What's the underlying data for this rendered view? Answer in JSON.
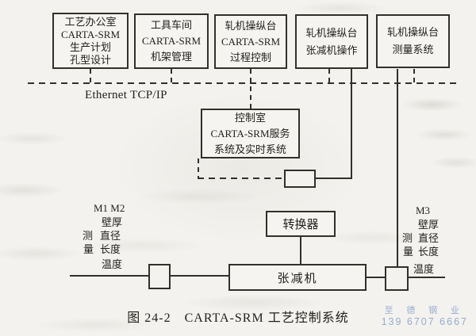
{
  "figure": {
    "caption": "图 24-2　CARTA-SRM 工艺控制系统"
  },
  "network": {
    "label": "Ethernet TCP/IP"
  },
  "nodes": {
    "top_boxes": [
      {
        "id": "craft-office",
        "lines": [
          "工艺办公室",
          "CARTA-SRM",
          "生产计划",
          "孔型设计"
        ]
      },
      {
        "id": "tool-shop",
        "lines": [
          "工具车间",
          "CARTA-SRM",
          "机架管理"
        ]
      },
      {
        "id": "mill-console-process",
        "lines": [
          "轧机操纵台",
          "CARTA-SRM",
          "过程控制"
        ]
      },
      {
        "id": "mill-console-operation",
        "lines": [
          "轧机操纵台",
          "张减机操作"
        ]
      },
      {
        "id": "mill-console-measure",
        "lines": [
          "轧机操纵台",
          "测量系统"
        ]
      }
    ],
    "control_room": {
      "lines": [
        "控制室",
        "CARTA-SRM服务",
        "系统及实时系统"
      ]
    },
    "converter": {
      "label": "转换器"
    },
    "mill": {
      "label": "张减机"
    }
  },
  "measure_left": {
    "header": "M1 M2",
    "rows": [
      {
        "l": "",
        "r": "壁厚"
      },
      {
        "l": "测",
        "r": "直径"
      },
      {
        "l": "量",
        "r": "长度"
      },
      {
        "l": "",
        "r": "温度"
      }
    ]
  },
  "measure_right": {
    "header": "M3",
    "rows": [
      {
        "l": "",
        "r": "壁厚"
      },
      {
        "l": "测",
        "r": "直径"
      },
      {
        "l": "量",
        "r": "长度"
      },
      {
        "l": "",
        "r": "温度"
      }
    ]
  },
  "watermark": {
    "line1": "至 德 钢 业",
    "line2": "139 6707 6667",
    "color": "#98abd0"
  },
  "colors": {
    "ink": "#33302c",
    "paper": "#f3f2ee"
  }
}
